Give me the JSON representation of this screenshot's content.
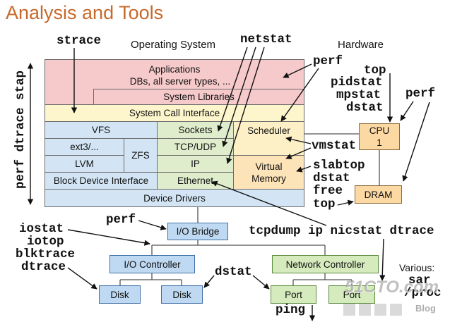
{
  "title": "Analysis and Tools",
  "sections": {
    "operating_system": "Operating System",
    "hardware": "Hardware"
  },
  "os": {
    "applications": {
      "title": "Applications",
      "subtitle": "DBs, all server types, ..."
    },
    "system_libraries": "System Libraries",
    "system_call_interface": "System Call Interface",
    "vfs": "VFS",
    "ext3": "ext3/...",
    "zfs": "ZFS",
    "lvm": "LVM",
    "block_device_interface": "Block Device Interface",
    "sockets": "Sockets",
    "tcp_udp": "TCP/UDP",
    "ip": "IP",
    "ethernet": "Ethernet",
    "scheduler": "Scheduler",
    "virtual_memory": {
      "line1": "Virtual",
      "line2": "Memory"
    },
    "device_drivers": "Device Drivers"
  },
  "hardware": {
    "cpu": {
      "line1": "CPU",
      "line2": "1"
    },
    "dram": "DRAM",
    "io_bridge": "I/O Bridge",
    "io_controller": "I/O Controller",
    "network_controller": "Network Controller",
    "disks": [
      "Disk",
      "Disk"
    ],
    "ports": [
      "Port",
      "Port"
    ]
  },
  "tools": {
    "left_vertical": "perf dtrace stap",
    "strace": "strace",
    "netstat": "netstat",
    "perf_apps": "perf",
    "cpu_stack": [
      "top",
      "pidstat",
      "mpstat",
      "dstat"
    ],
    "perf_cpu": "perf",
    "vmstat": "vmstat",
    "memory_stack": [
      "slabtop",
      "dstat",
      "free",
      "top"
    ],
    "perf_io": "perf",
    "disk_stack": [
      "iostat",
      "iotop",
      "blktrace",
      "dtrace"
    ],
    "network_row": "tcpdump ip nicstat dtrace",
    "dstat_io": "dstat",
    "various_label": "Various:",
    "various_tools": [
      "sar",
      "/proc"
    ],
    "ping": "ping"
  },
  "watermark": {
    "site": "51CTO.com",
    "cjk": "技术博客",
    "blog": "Blog"
  },
  "colors": {
    "title": "#c8692b",
    "applications": "#f6c9ca",
    "syscall": "#fdf5cc",
    "kernel_blue": "#d3e5f5",
    "network_green": "#dfedcc",
    "scheduler": "#fdf0c6",
    "virtual_memory": "#fde3b8",
    "hardware": "#fcd8a3",
    "bus_blue": "#bed9f1",
    "bus_green": "#d5ebbd"
  }
}
